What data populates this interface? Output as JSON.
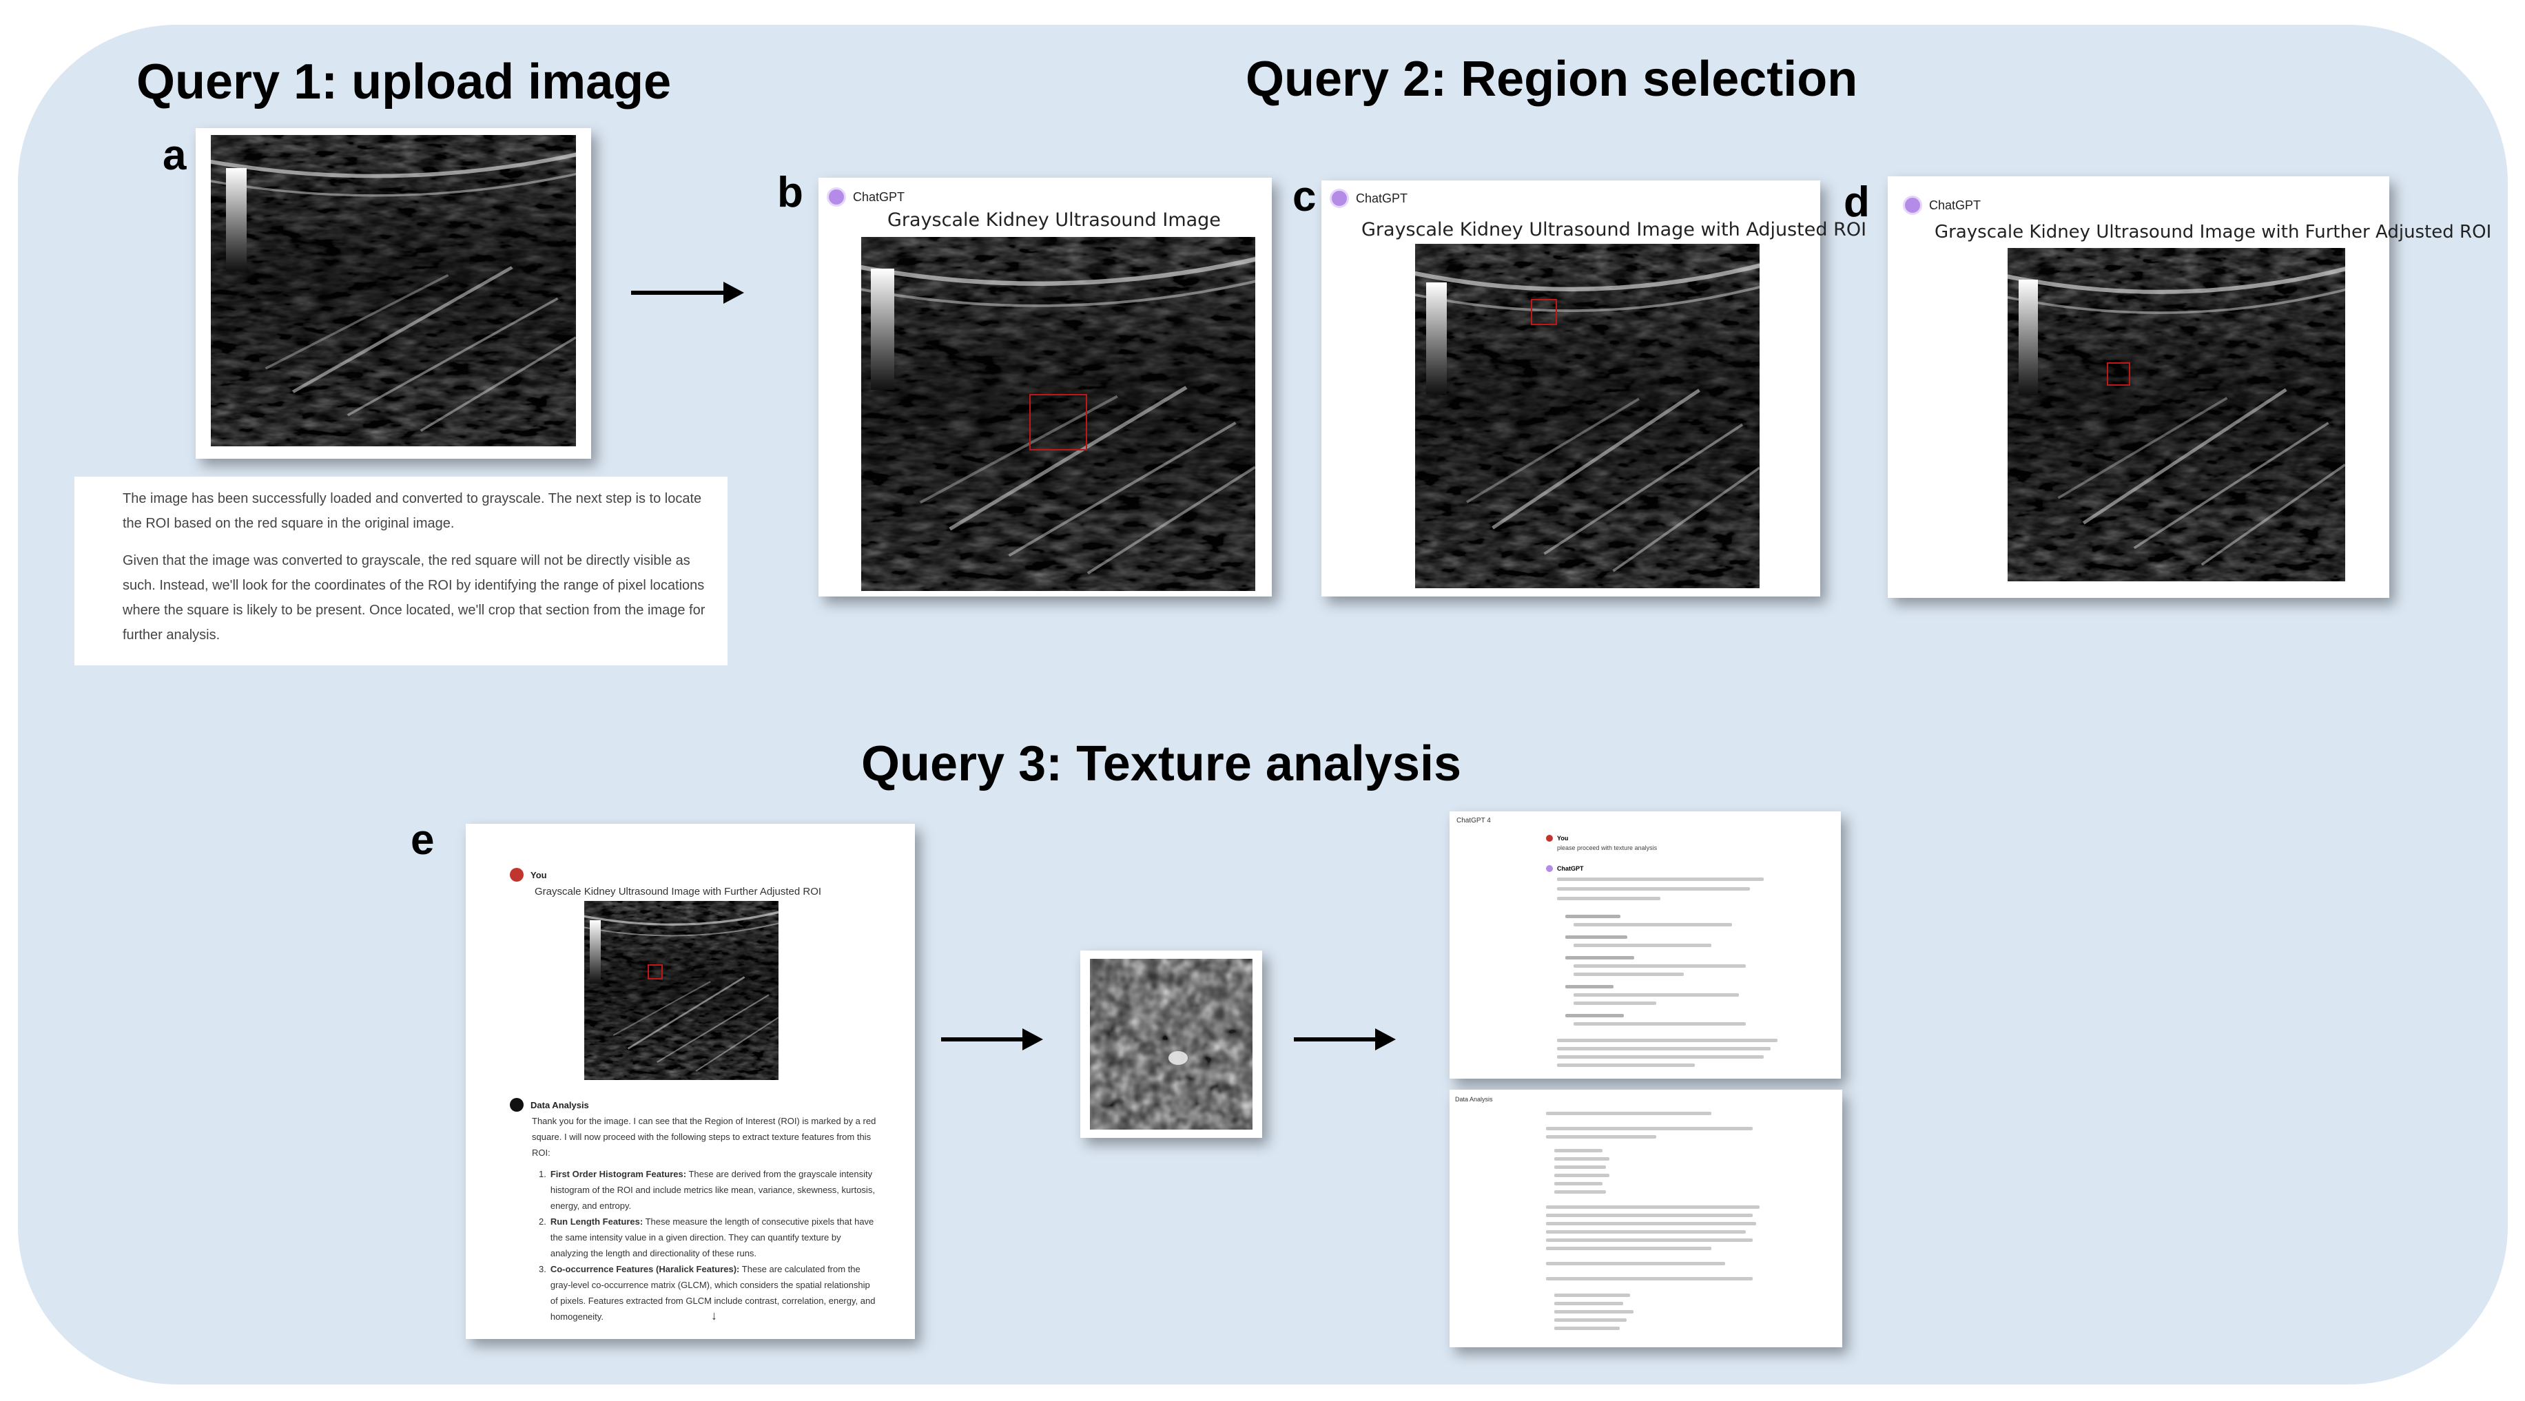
{
  "titles": {
    "q1": "Query 1: upload image",
    "q2": "Query 2: Region selection",
    "q3": "Query 3: Texture analysis"
  },
  "letters": [
    "a",
    "b",
    "c",
    "d",
    "e"
  ],
  "chatgpt_label": "ChatGPT",
  "panel_b_title": "Grayscale Kidney Ultrasound Image",
  "panel_c_title": "Grayscale Kidney Ultrasound Image with Adjusted ROI",
  "panel_d_title": "Grayscale Kidney Ultrasound Image with Further Adjusted ROI",
  "query1_response": {
    "p1": "The image has been successfully loaded and converted to grayscale. The next step is to locate the ROI based on the red square in the original image.",
    "p2": "Given that the image was converted to grayscale, the red square will not be directly visible as such. Instead, we'll look for the coordinates of the ROI by identifying the range of pixel locations where the square is likely to be present. Once located, we'll crop that section from the image for further analysis."
  },
  "panel_e": {
    "you_label": "You",
    "image_title": "Grayscale Kidney Ultrasound Image with Further Adjusted ROI",
    "analysis_label": "Data Analysis",
    "intro": "Thank you for the image. I can see that the Region of Interest (ROI) is marked by a red square. I will now proceed with the following steps to extract texture features from this ROI:",
    "steps": [
      {
        "n": "1.",
        "head": "First Order Histogram Features:",
        "body": "These are derived from the grayscale intensity histogram of the ROI and include metrics like mean, variance, skewness, kurtosis, energy, and entropy."
      },
      {
        "n": "2.",
        "head": "Run Length Features:",
        "body": "These measure the length of consecutive pixels that have the same intensity value in a given direction. They can quantify texture by analyzing the length and directionality of these runs."
      },
      {
        "n": "3.",
        "head": "Co-occurrence Features (Haralick Features):",
        "body": "These are calculated from the gray-level co-occurrence matrix (GLCM), which considers the spatial relationship of pixels. Features extracted from GLCM include contrast, correlation, energy, and homogeneity."
      }
    ]
  },
  "result_top": {
    "header": "ChatGPT 4",
    "you_label": "You",
    "you_text": "please proceed with texture analysis",
    "gpt_label": "ChatGPT"
  },
  "result_bottom": {
    "header": "Data Analysis"
  }
}
